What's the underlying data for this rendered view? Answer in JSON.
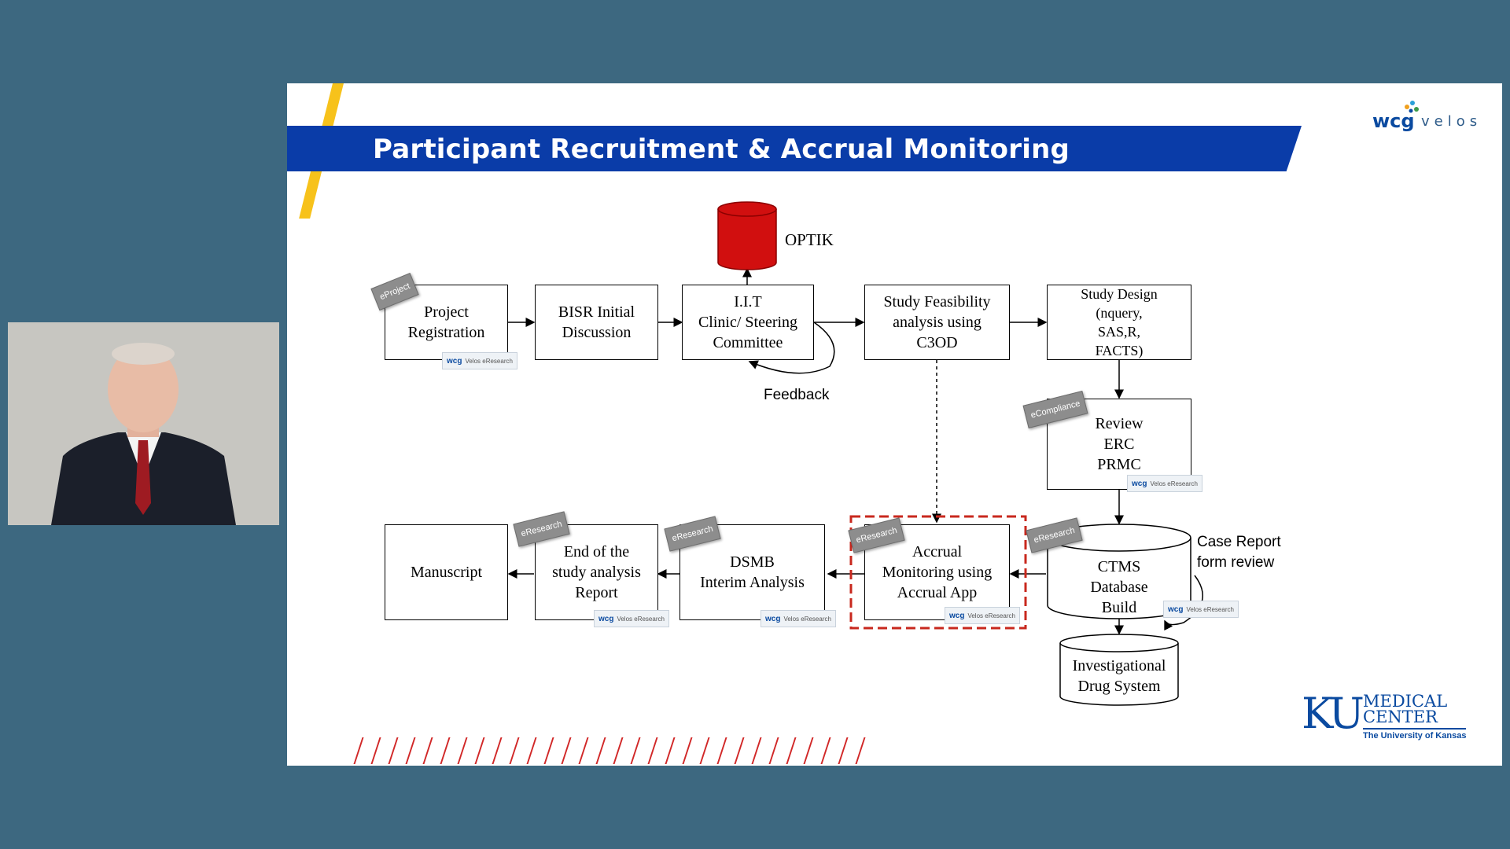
{
  "slide": {
    "title": "Participant Recruitment & Accrual Monitoring",
    "wcg_logo": {
      "wcg": "wcg",
      "velos": "velos"
    },
    "ku_logo": {
      "letters": "KU",
      "medical": "MEDICAL",
      "center": "CENTER",
      "subtitle": "The University of Kansas"
    }
  },
  "diagram": {
    "optik": "OPTIK",
    "feedback": "Feedback",
    "case_report": "Case Report\nform review",
    "boxes": {
      "project_registration": "Project\nRegistration",
      "bisr": "BISR Initial\nDiscussion",
      "iit": "I.I.T\nClinic/ Steering\nCommittee",
      "feasibility": "Study Feasibility\nanalysis using\nC3OD",
      "study_design": "Study Design\n(nquery,\nSAS,R,\nFACTS)",
      "review": "Review\nERC\nPRMC",
      "manuscript": "Manuscript",
      "end_report": "End of the\nstudy analysis\nReport",
      "dsmb": "DSMB\nInterim Analysis",
      "accrual": "Accrual\nMonitoring using\nAccrual App",
      "ctms": "CTMS\nDatabase\nBuild",
      "ids": "Investigational\nDrug System"
    },
    "tags": {
      "eproject": "eProject",
      "ecompliance": "eCompliance",
      "eresearch": "eResearch"
    },
    "velos_chip": {
      "wcg": "wcg",
      "text": "Velos eResearch"
    }
  },
  "colors": {
    "title_bar": "#0a3ca8",
    "accent_yellow": "#f7c21b",
    "optik_red": "#d10f0f",
    "highlight_dash": "#c8281e"
  }
}
